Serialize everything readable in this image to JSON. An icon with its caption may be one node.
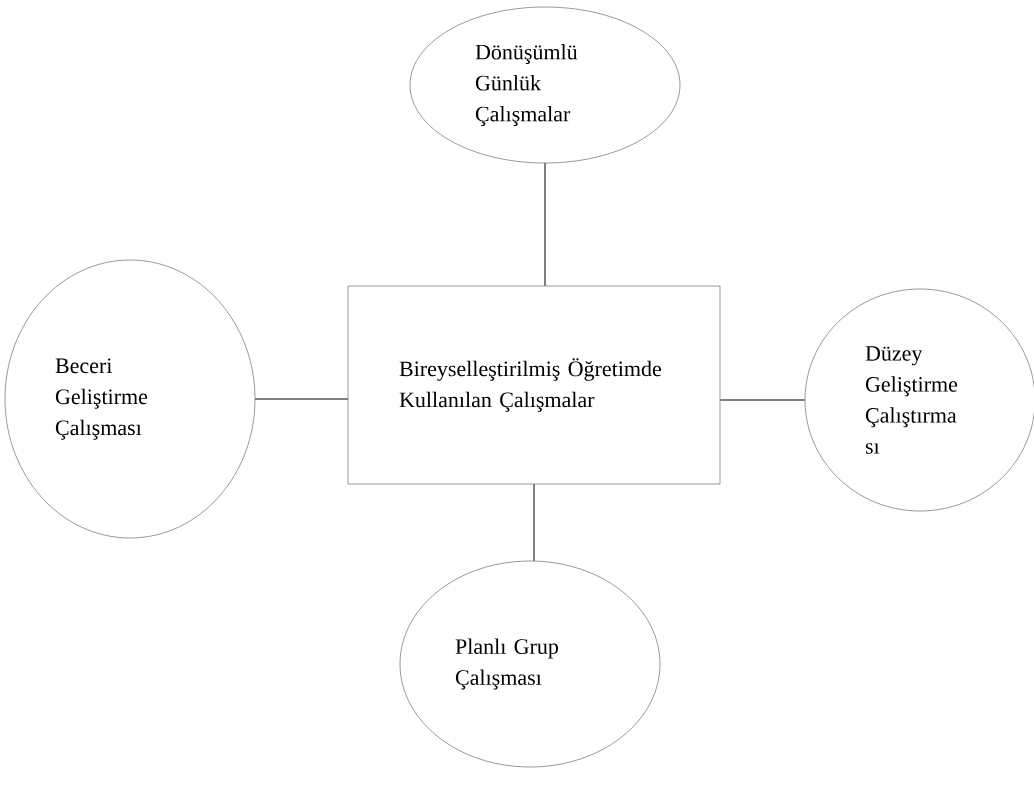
{
  "diagram": {
    "nodes": [
      {
        "text": [
          "Bireyselleştirilmiş Öğretimde Kullanılan Çalışmalar"
        ]
      },
      {
        "text": [
          "Dönüşümlü Günlük Çalışmalar"
        ]
      },
      {
        "text": [
          "Beceri Geliştirme Çalışması"
        ]
      },
      {
        "text": [
          "Düzey Geliştirme Çalıştırma sı"
        ]
      },
      {
        "text": [
          "Planlı Grup Çalışması"
        ]
      }
    ],
    "edges": [
      {
        "from": 1,
        "to": 0,
        "arrow": "none"
      },
      {
        "from": 2,
        "to": 0,
        "arrow": "none"
      },
      {
        "from": 0,
        "to": 3,
        "arrow": "none"
      },
      {
        "from": 0,
        "to": 4,
        "arrow": "none"
      }
    ]
  }
}
